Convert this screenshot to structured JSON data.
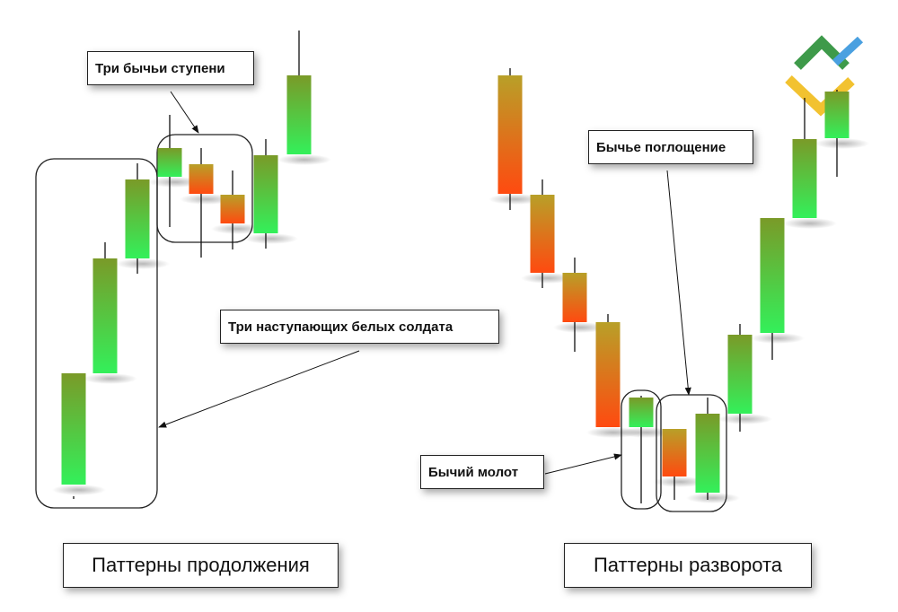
{
  "labels": {
    "three_steps": "Три бычьи ступени",
    "white_soldiers": "Три наступающих белых солдата",
    "engulfing": "Бычье поглощение",
    "hammer": "Бычий молот",
    "continuation": "Паттерны продолжения",
    "reversal": "Паттерны разворота"
  },
  "colors": {
    "bull_top": "#7a9a28",
    "bull_bottom": "#33f05a",
    "bear_top": "#b8a028",
    "bear_bottom": "#ff4a10",
    "logo_green": "#3e9a4a",
    "logo_yellow": "#f2c230",
    "logo_blue": "#4aa0e0"
  },
  "icons": [
    "company-logo-icon"
  ]
}
